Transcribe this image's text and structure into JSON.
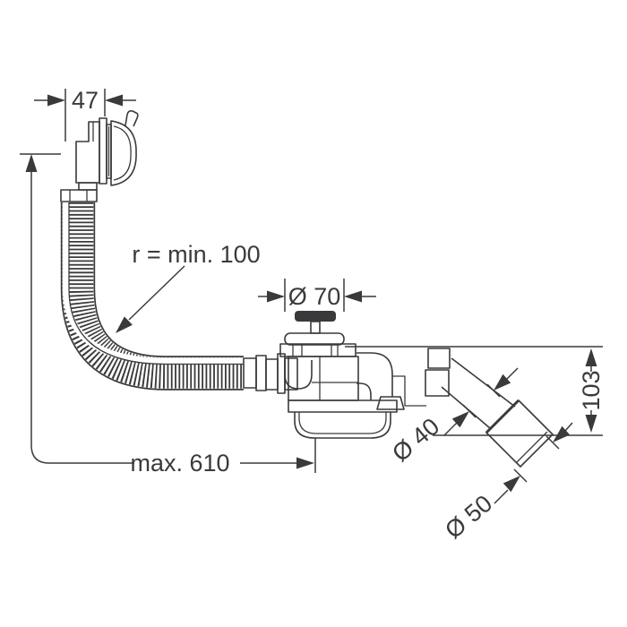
{
  "diagram": {
    "labels": {
      "overflow_depth": "47",
      "bend_radius": "r = min. 100",
      "plug_diameter": "Ø 70",
      "hose_length": "max. 610",
      "outlet_height": "103",
      "pipe_diameter": "Ø 40",
      "outlet_diameter": "Ø 50"
    },
    "colors": {
      "line": "#3a3a3c",
      "background": "#ffffff"
    }
  }
}
